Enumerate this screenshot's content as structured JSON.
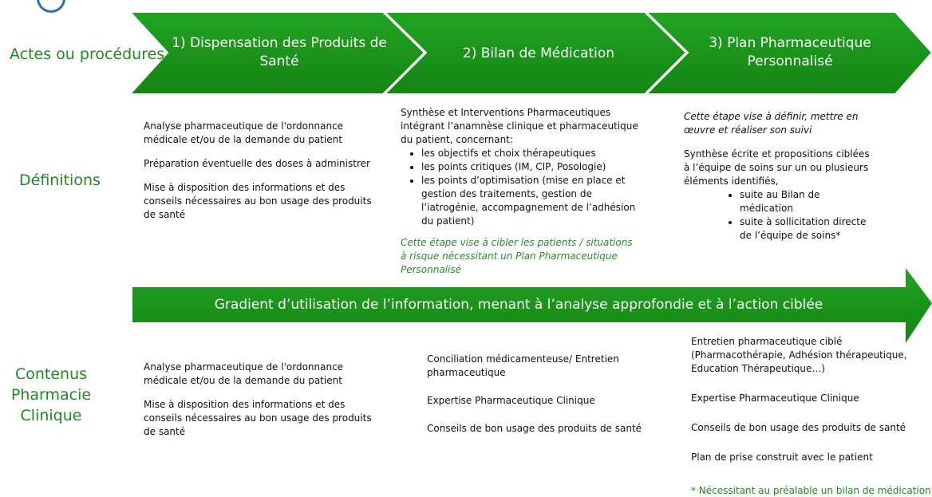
{
  "colors": {
    "green": "#1a9a1a",
    "dark_green": "#127a12",
    "label_green": "#1e8a1e"
  },
  "row_labels": {
    "actes": "Actes ou procédures",
    "definitions": "Définitions",
    "contenus": [
      "Contenus",
      "Pharmacie",
      "Clinique"
    ]
  },
  "steps": [
    {
      "title_lines": [
        "1) Dispensation des Produits de",
        "Santé"
      ]
    },
    {
      "title_lines": [
        "2) Bilan de Médication"
      ]
    },
    {
      "title_lines": [
        "3) Plan Pharmaceutique",
        "Personnalisé"
      ]
    }
  ],
  "definitions": {
    "col1": [
      "Analyse pharmaceutique  de l'ordonnance médicale et/ou de la demande du patient",
      "Préparation éventuelle des doses à administrer",
      "Mise à disposition des informations et des conseils nécessaires au bon usage des produits de santé"
    ],
    "col2": {
      "intro": "Synthèse et Interventions Pharmaceutiques intégrant l’anamnèse clinique et  pharmaceutique du patient, concernant:",
      "bullets": [
        "les objectifs et choix thérapeutiques",
        "les points critiques (IM, CIP, Posologie)",
        "les points d’optimisation (mise en place et gestion des traitements, gestion de l’iatrogénie, accompagnement de l’adhésion du patient)"
      ],
      "note": "Cette étape vise à cibler  les patients / situations à risque nécessitant un  Plan Pharmaceutique Personnalisé"
    },
    "col3": {
      "intro": "Cette étape vise à  définir, mettre en œuvre et réaliser son suivi",
      "text": "Synthèse écrite et propositions  ciblées à l’équipe de soins  sur un ou plusieurs éléments identifiés,",
      "bullets": [
        "suite au Bilan de médication",
        "suite  à sollicitation directe de l’équipe de soins*"
      ]
    }
  },
  "gradient": "Gradient d’utilisation de l’information, menant à l’analyse approfondie et à l’action ciblée",
  "contenus": {
    "col1": [
      "Analyse pharmaceutique  de l'ordonnance médicale et/ou de la demande du patient",
      "Mise à disposition des informations et des conseils nécessaires au bon usage des produits de santé"
    ],
    "col2": [
      "Conciliation  médicamenteuse/ Entretien pharmaceutique",
      "Expertise Pharmaceutique  Clinique",
      "Conseils de bon usage des produits de santé"
    ],
    "col3": [
      "Entretien pharmaceutique ciblé (Pharmacothérapie, Adhésion thérapeutique, Education Thérapeutique…)",
      "Expertise Pharmaceutique  Clinique",
      "Conseils de bon usage des produits de santé",
      "Plan de prise construit avec le patient"
    ]
  },
  "footnote": "* Nécessitant au préalable un bilan de médication"
}
